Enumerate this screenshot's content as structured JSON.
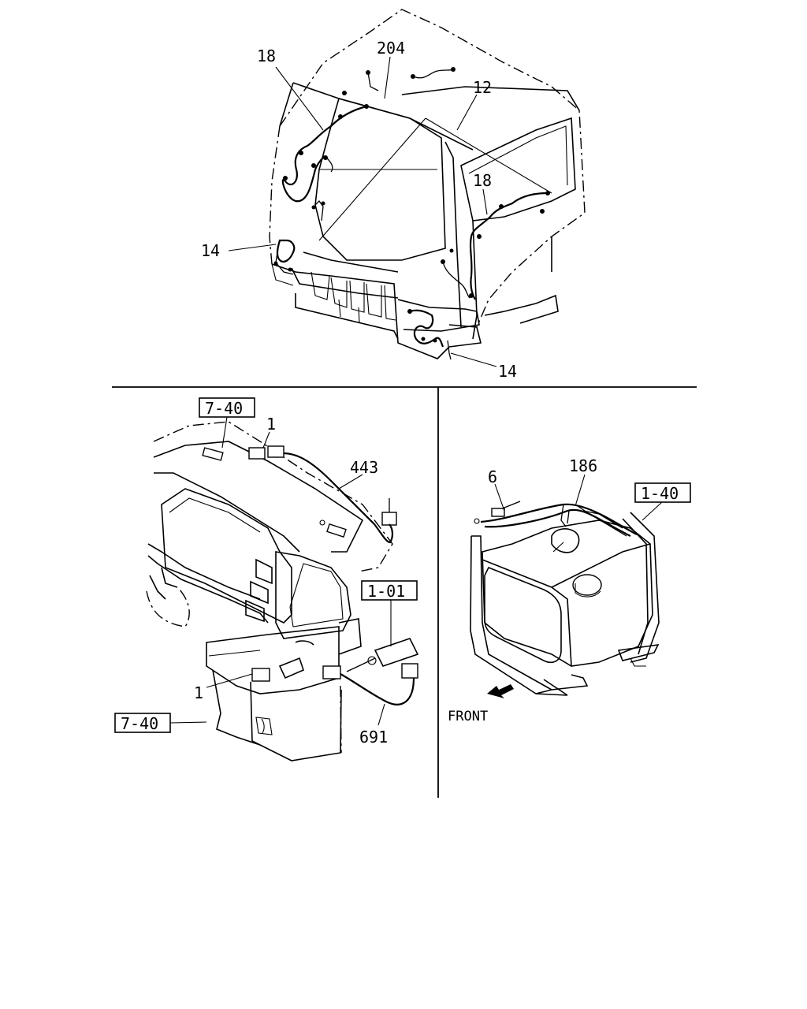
{
  "callouts": {
    "cab_204": "204",
    "cab_18_left": "18",
    "cab_12": "12",
    "cab_18_right": "18",
    "cab_14_left": "14",
    "cab_14_right": "14",
    "dash_ref_top": "7-40",
    "dash_1_top": "1",
    "dash_443": "443",
    "dash_ref_mid": "1-01",
    "dash_1_bottom": "1",
    "dash_ref_bottom": "7-40",
    "dash_691": "691",
    "tank_6": "6",
    "tank_186": "186",
    "tank_ref": "1-40",
    "tank_front": "FRONT"
  }
}
